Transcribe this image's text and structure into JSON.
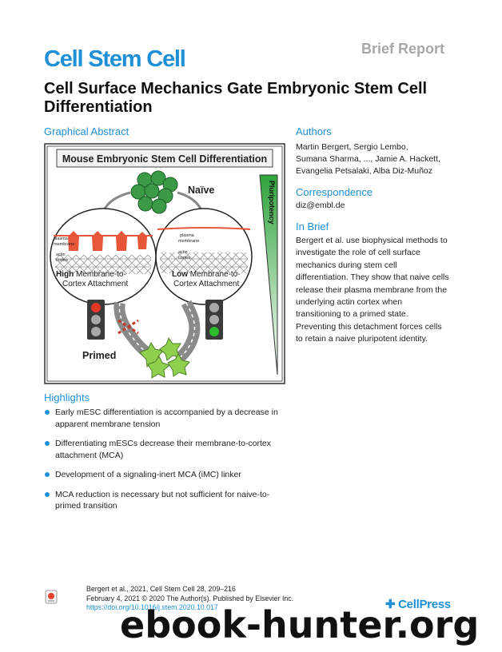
{
  "header": {
    "journal": "Cell Stem Cell",
    "article_type": "Brief Report",
    "title": "Cell Surface Mechanics Gate Embryonic Stem Cell Differentiation"
  },
  "graphical_abstract": {
    "heading": "Graphical Abstract",
    "figure_title": "Mouse Embryonic Stem Cell Differentiation",
    "naive_label": "Naïve",
    "primed_label": "Primed",
    "pluripotency_label": "Pluripotency",
    "left_panel": {
      "membrane_label_1": "plasma",
      "membrane_label_2": "membrane",
      "cortex_label_1": "actin",
      "cortex_label_2": "cortex",
      "caption_bold": "High",
      "caption_rest": " Membrane-to-",
      "caption_line2": "Cortex Attachment"
    },
    "right_panel": {
      "membrane_label_1": "plasma",
      "membrane_label_2": "membrane",
      "cortex_label_1": "actin",
      "cortex_label_2": "cortex",
      "caption_bold": "Low",
      "caption_rest": " Membrane-to-",
      "caption_line2": "Cortex Attachment"
    },
    "colors": {
      "green_cell": "#3a9a45",
      "red_spike": "#e8563a",
      "light_green": "#8fd14f",
      "gradient_top": "#2ea33a"
    }
  },
  "authors": {
    "heading": "Authors",
    "lines": [
      "Martin Bergert, Sergio Lembo,",
      "Sumana Sharma, ..., Jamie A. Hackett,",
      "Evangelia Petsalaki, Alba Diz-Muñoz"
    ]
  },
  "correspondence": {
    "heading": "Correspondence",
    "email": "diz@embl.de"
  },
  "in_brief": {
    "heading": "In Brief",
    "lines": [
      "Bergert et al. use biophysical methods to",
      "investigate the role of cell surface",
      "mechanics during stem cell",
      "differentiation. They show that naive cells",
      "release their plasma membrane from the",
      "underlying actin cortex when",
      "transitioning to a primed state.",
      "Preventing this detachment forces cells",
      "to retain a naive pluripotent identity."
    ]
  },
  "highlights": {
    "heading": "Highlights",
    "items": [
      {
        "line1": "Early mESC differentiation is accompanied by a decrease in",
        "line2": "apparent membrane tension"
      },
      {
        "line1": "Differentiating mESCs decrease their membrane-to-cortex",
        "line2": "attachment (MCA)"
      },
      {
        "line1": "Development of a signaling-inert MCA (iMC) linker",
        "line2": ""
      },
      {
        "line1": "MCA reduction is necessary but not sufficient for naive-to-",
        "line2": "primed transition"
      }
    ]
  },
  "footer": {
    "citation": "Bergert et al., 2021, Cell Stem Cell 28, 209–216",
    "date_line": "February 4, 2021 © 2020 The Author(s). Published by Elsevier Inc.",
    "doi": "https://doi.org/10.1016/j.stem.2020.10.017",
    "publisher": "CellPress",
    "watermark": "ebook-hunter.org"
  }
}
